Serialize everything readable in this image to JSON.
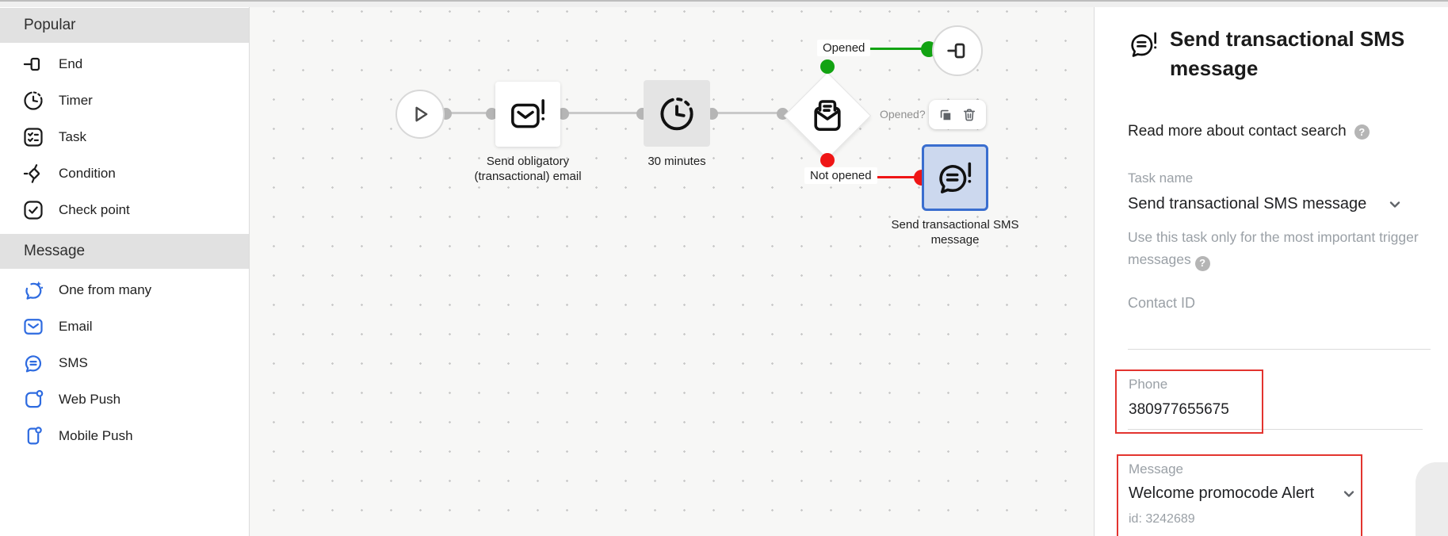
{
  "sidebar": {
    "sections": [
      {
        "title": "Popular",
        "items": [
          {
            "label": "End",
            "icon": "end-icon"
          },
          {
            "label": "Timer",
            "icon": "timer-icon"
          },
          {
            "label": "Task",
            "icon": "task-icon"
          },
          {
            "label": "Condition",
            "icon": "condition-icon"
          },
          {
            "label": "Check point",
            "icon": "checkpoint-icon"
          }
        ]
      },
      {
        "title": "Message",
        "items": [
          {
            "label": "One from many",
            "icon": "one-from-many-icon"
          },
          {
            "label": "Email",
            "icon": "email-icon"
          },
          {
            "label": "SMS",
            "icon": "sms-icon"
          },
          {
            "label": "Web Push",
            "icon": "web-push-icon"
          },
          {
            "label": "Mobile Push",
            "icon": "mobile-push-icon"
          }
        ]
      }
    ]
  },
  "canvas": {
    "nodes": {
      "start": {
        "type": "start",
        "icon": "play-icon"
      },
      "email": {
        "label": "Send obligatory (transactional) email",
        "icon": "email-alert-icon"
      },
      "timer": {
        "label": "30 minutes",
        "icon": "clock-icon"
      },
      "condition": {
        "question": "Opened?",
        "icon": "open-envelope-icon"
      },
      "end": {
        "type": "end",
        "icon": "end-icon"
      },
      "sms": {
        "label": "Send transactional SMS message",
        "icon": "sms-alert-icon",
        "selected": true
      }
    },
    "branches": {
      "opened": "Opened",
      "not_opened": "Not opened"
    }
  },
  "panel": {
    "title": "Send transactional SMS message",
    "read_more_link": "Read more about contact search",
    "task_name_label": "Task name",
    "task_name_value": "Send transactional SMS message",
    "task_hint": "Use this task only for the most important trigger messages",
    "contact_id_label": "Contact ID",
    "phone_label": "Phone",
    "phone_value": "380977655675",
    "message_label": "Message",
    "message_value": "Welcome promocode Alert",
    "message_id": "id: 3242689"
  },
  "icons": {
    "help_glyph": "?"
  },
  "colors": {
    "accent_blue": "#2e6be0",
    "selected_node_border": "#3a6ecf",
    "selected_node_bg": "#ccd8ee",
    "branch_green": "#12a312",
    "branch_red": "#ef1515",
    "highlight_box_red": "#e3342f",
    "section_header_bg": "#e1e1e1"
  }
}
